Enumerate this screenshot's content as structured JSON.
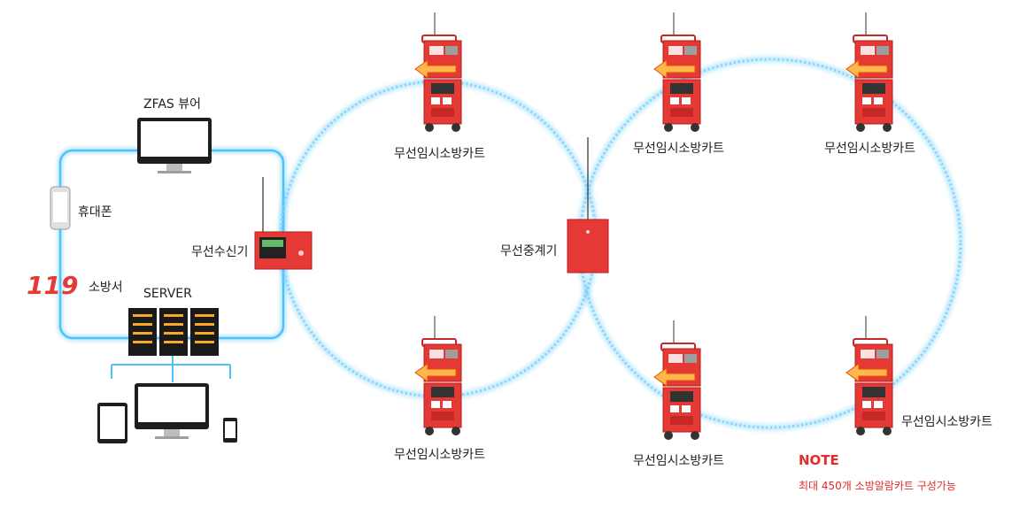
{
  "labels": {
    "zfas_viewer": "ZFAS 뷰어",
    "phone": "휴대폰",
    "fire_station": "소방서",
    "fire_logo": "119",
    "server": "SERVER",
    "receiver": "무선수신기",
    "repeater": "무선중계기",
    "cart": "무선임시소방카트"
  },
  "note": {
    "title": "NOTE",
    "body": "최대 450개 소방알람카트 구성가능"
  },
  "colors": {
    "network_line": "#4fc3f7",
    "device_red": "#e53935",
    "note_red": "#e32b2b",
    "device_dark": "#2b2b2b"
  }
}
